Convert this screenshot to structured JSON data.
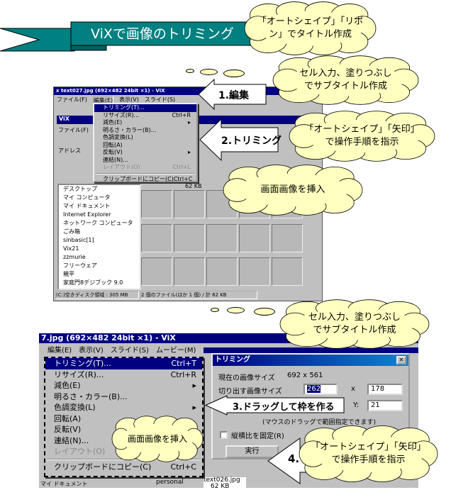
{
  "banner": {
    "title": "ViXで画像のトリミング",
    "color": "#008080"
  },
  "clouds": {
    "ribbon_note": "「オートシェイプ」「リボ\nン」でタイトル作成",
    "subtitle_note_1": "セル入力、塗りつぶし\nでサブタイトル作成",
    "arrow_note_1": "「オートシェイプ」「矢印」\nで操作手順を指示",
    "insert_note_1": "画面画像を挿入",
    "subtitle_note_2": "セル入力、塗りつぶし\nでサブタイトル作成",
    "arrow_note_2": "「オートシェイプ」「矢印」\nで操作手順を指示",
    "insert_note_2": "画面画像を挿入"
  },
  "arrows": {
    "step1": "1.編集",
    "step2": "2.トリミング",
    "step3": "3.ドラッグして枠を作る",
    "step4": "4."
  },
  "screen1": {
    "title": "x text027.jpg (692×482 24bit ×1) - ViX",
    "menus": [
      "ファイル(F)",
      "編集(E)",
      "表示(V)",
      "スライド(S)"
    ],
    "edit_menu": [
      {
        "label": "トリミング(T)...",
        "shortcut": ""
      },
      {
        "label": "リサイズ(R)...",
        "shortcut": "Ctrl+R"
      },
      {
        "label": "減色(E)",
        "shortcut": "▸"
      },
      {
        "label": "明るさ・カラー(B)...",
        "shortcut": ""
      },
      {
        "label": "色調変換(L)",
        "shortcut": ""
      },
      {
        "label": "回転(A)",
        "shortcut": ""
      },
      {
        "label": "反転(V)",
        "shortcut": "▸"
      },
      {
        "label": "連結(N)...",
        "shortcut": ""
      },
      {
        "label": "レイアウト(O)",
        "shortcut": "Ctrl+L"
      },
      {
        "label": "クリップボードにコピー(C)",
        "shortcut": "Ctrl+C"
      }
    ],
    "inner_title": "ViX",
    "inner_menu": "ファイル(F)",
    "address_label": "アドレス",
    "tree": [
      "デスクトップ",
      "マイ コンピュータ",
      "マイ ドキュメント",
      "Internet Explorer",
      "ネットワーク コンピュータ",
      "ごみ箱",
      "sinbasic[1]",
      "Vix21",
      "zzmurie",
      "フリーウェア",
      "親平",
      "家庭門8デジブック 9.0"
    ],
    "file_size": "62 KB",
    "status_left": "(C:)空きディスク領域 : 305 MB",
    "status_right": "2 個のファイル(ほか 1 個) / 計 62 KB"
  },
  "screen2": {
    "title": "7.jpg (692×482 24bit ×1) - ViX",
    "menus": [
      "編集(E)",
      "表示(V)",
      "スライド(S)",
      "ムービー(M)"
    ],
    "edit_menu": [
      {
        "label": "トリミング(T)...",
        "shortcut": "Ctrl+T"
      },
      {
        "label": "リサイズ(R)...",
        "shortcut": "Ctrl+R"
      },
      {
        "label": "減色(E)",
        "shortcut": "▸"
      },
      {
        "label": "明るさ・カラー(B)...",
        "shortcut": ""
      },
      {
        "label": "色調変換(L)",
        "shortcut": "▸"
      },
      {
        "label": "回転(A)",
        "shortcut": ""
      },
      {
        "label": "反転(V)",
        "shortcut": ""
      },
      {
        "label": "連結(N)...",
        "shortcut": ""
      },
      {
        "label": "レイアウト(O)",
        "shortcut": ""
      },
      {
        "label": "クリップボードにコピー(C)",
        "shortcut": "Ctrl+C"
      }
    ],
    "below_menu": "マイ ドキュメント",
    "file_label": "personal",
    "file_name": "text026.jpg",
    "file_size": "62 KB",
    "dialog": {
      "title": "トリミング",
      "close": "✕",
      "current_size_label": "現在の画像サイズ",
      "current_size_value": "692 x 561",
      "cut_size_label": "切り出す画像サイズ",
      "width": "262",
      "x_label": "x",
      "height": "178",
      "y_label": "Y:",
      "y_value": "21",
      "hint": "(マウスのドラッグで範囲指定できます)",
      "keep_ratio": "縦横比を固定(R)",
      "execute": "実行"
    }
  }
}
